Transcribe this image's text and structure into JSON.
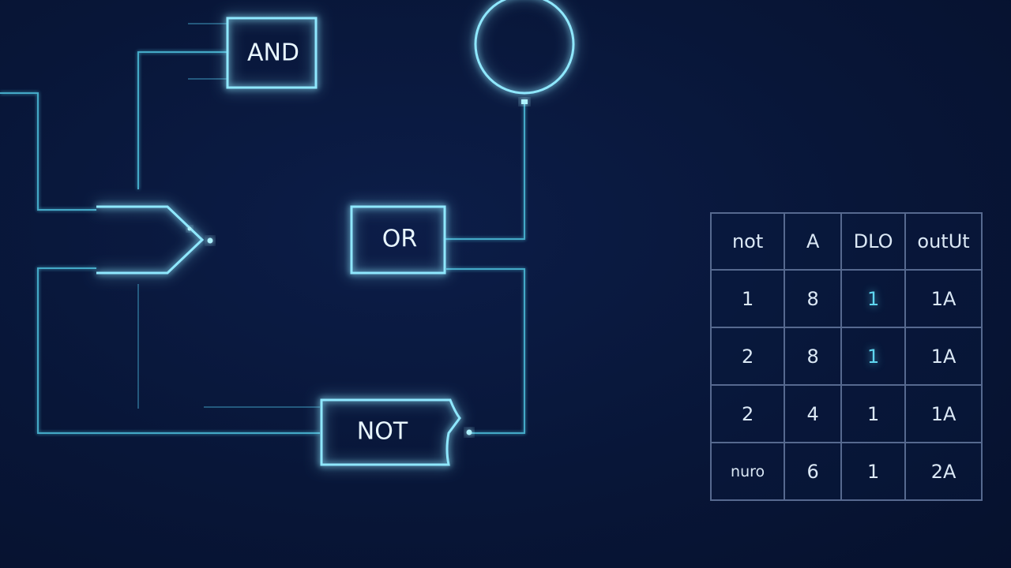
{
  "gates": {
    "and_label": "AND",
    "or_label": "OR",
    "not_label": "NOT"
  },
  "colors": {
    "background": "#081638",
    "wire": "#4fc3e0",
    "gate_outline": "#8fe8ff",
    "table_border": "#56698f",
    "highlight": "#5fd6f0"
  },
  "truth_table": {
    "headers": [
      "not",
      "A",
      "DLO",
      "outUt"
    ],
    "rows": [
      [
        "1",
        "8",
        "1",
        "1A"
      ],
      [
        "2",
        "8",
        "1",
        "1A"
      ],
      [
        "2",
        "4",
        "1",
        "1A"
      ],
      [
        "nuro",
        "6",
        "1",
        "2A"
      ]
    ]
  }
}
